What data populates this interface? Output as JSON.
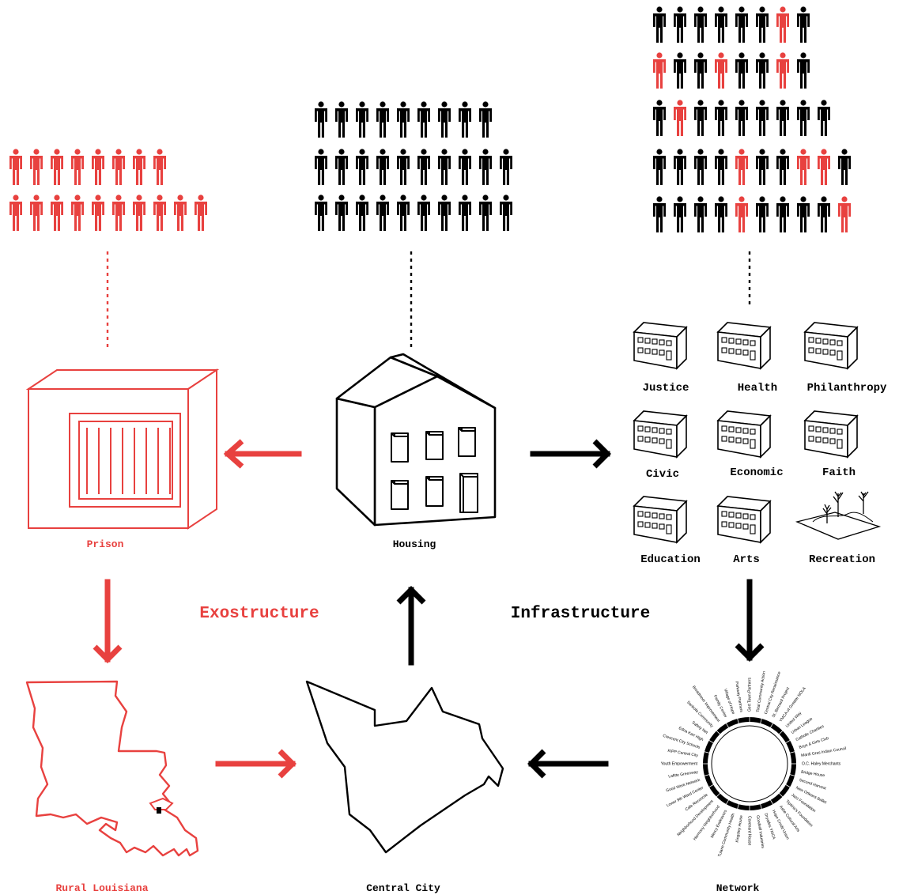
{
  "colors": {
    "red": "#e8413f",
    "black": "#000000"
  },
  "nodes": {
    "prison": "Prison",
    "housing": "Housing",
    "rural_louisiana": "Rural Louisiana",
    "central_city": "Central City",
    "network": "Network"
  },
  "headings": {
    "exostructure": "Exostructure",
    "infrastructure": "Infrastructure"
  },
  "institutions": [
    "Justice",
    "Health",
    "Philanthropy",
    "Civic",
    "Economic",
    "Faith",
    "Education",
    "Arts",
    "Recreation"
  ],
  "people": {
    "prison_rows": [
      8,
      10
    ],
    "housing_rows": [
      9,
      10,
      10
    ],
    "network_grid_rows": [
      "bbbbbbrb",
      "rbbrbbrb",
      "brbbbbbbb",
      "bbbbrbbrrb",
      "bbbbrbbbbr"
    ]
  },
  "network_names": [
    "Gert Town Partners",
    "Total Community Action",
    "Central City Renaissance",
    "St. Bernard Project",
    "YMCA of Greater NOLA",
    "United Way",
    "Urban League",
    "Catholic Charities",
    "Boys & Girls Club",
    "Mardi Gras Indian Council",
    "O.C. Haley Merchants",
    "Bridge House",
    "Second Harvest",
    "New Orleans Ballet",
    "Jazz Foundation",
    "Tipitina's Foundation",
    "Ashe Cultural Arts",
    "Hope Credit Union",
    "Dryades YMCA",
    "Goodwill Industries",
    "Covenant House",
    "Kingsley House",
    "Tulane Community Health",
    "Mercy Endeavors",
    "Harmony Neighborhood",
    "Neighborhood Development",
    "Cafe Reconcile",
    "Lower 9th Ward Center",
    "Good Work Network",
    "Lafitte Greenway",
    "Youth Empowerment",
    "KIPP Central City",
    "Crescent City Schools",
    "Edna Karr High",
    "Safety Net",
    "Sankofa Community",
    "Broadmoor Improvement",
    "Family Center",
    "Village of Hope",
    "Parkway Partners"
  ]
}
